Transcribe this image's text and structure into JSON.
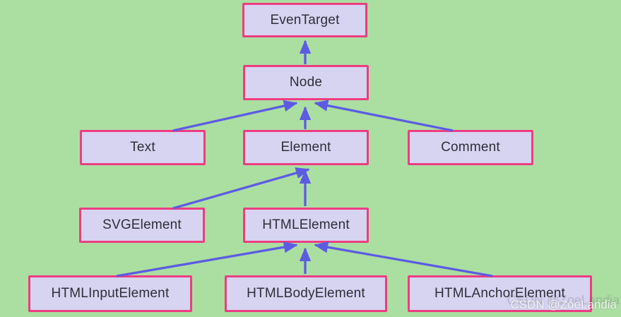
{
  "diagram": {
    "nodes": {
      "eventarget": {
        "label": "EvenTarget"
      },
      "node": {
        "label": "Node"
      },
      "text": {
        "label": "Text"
      },
      "element": {
        "label": "Element"
      },
      "comment": {
        "label": "Comment"
      },
      "svgelement": {
        "label": "SVGElement"
      },
      "htmlelement": {
        "label": "HTMLElement"
      },
      "htmlinputelement": {
        "label": "HTMLInputElement"
      },
      "htmlbodyelement": {
        "label": "HTMLBodyElement"
      },
      "htmlanchorelement": {
        "label": "HTMLAnchorElement"
      }
    },
    "edges": [
      {
        "from": "Node",
        "to": "EvenTarget"
      },
      {
        "from": "Text",
        "to": "Node"
      },
      {
        "from": "Element",
        "to": "Node"
      },
      {
        "from": "Comment",
        "to": "Node"
      },
      {
        "from": "SVGElement",
        "to": "Element"
      },
      {
        "from": "HTMLElement",
        "to": "Element"
      },
      {
        "from": "HTMLInputElement",
        "to": "HTMLElement"
      },
      {
        "from": "HTMLBodyElement",
        "to": "HTMLElement"
      },
      {
        "from": "HTMLAnchorElement",
        "to": "HTMLElement"
      }
    ],
    "colors": {
      "background": "#abdfa2",
      "box_fill": "#d6d4f0",
      "box_border": "#ee3c82",
      "arrow": "#5c5ce2",
      "text": "#2e2e3a"
    },
    "watermark": {
      "text": "CSDN @ZoeLandia"
    }
  }
}
